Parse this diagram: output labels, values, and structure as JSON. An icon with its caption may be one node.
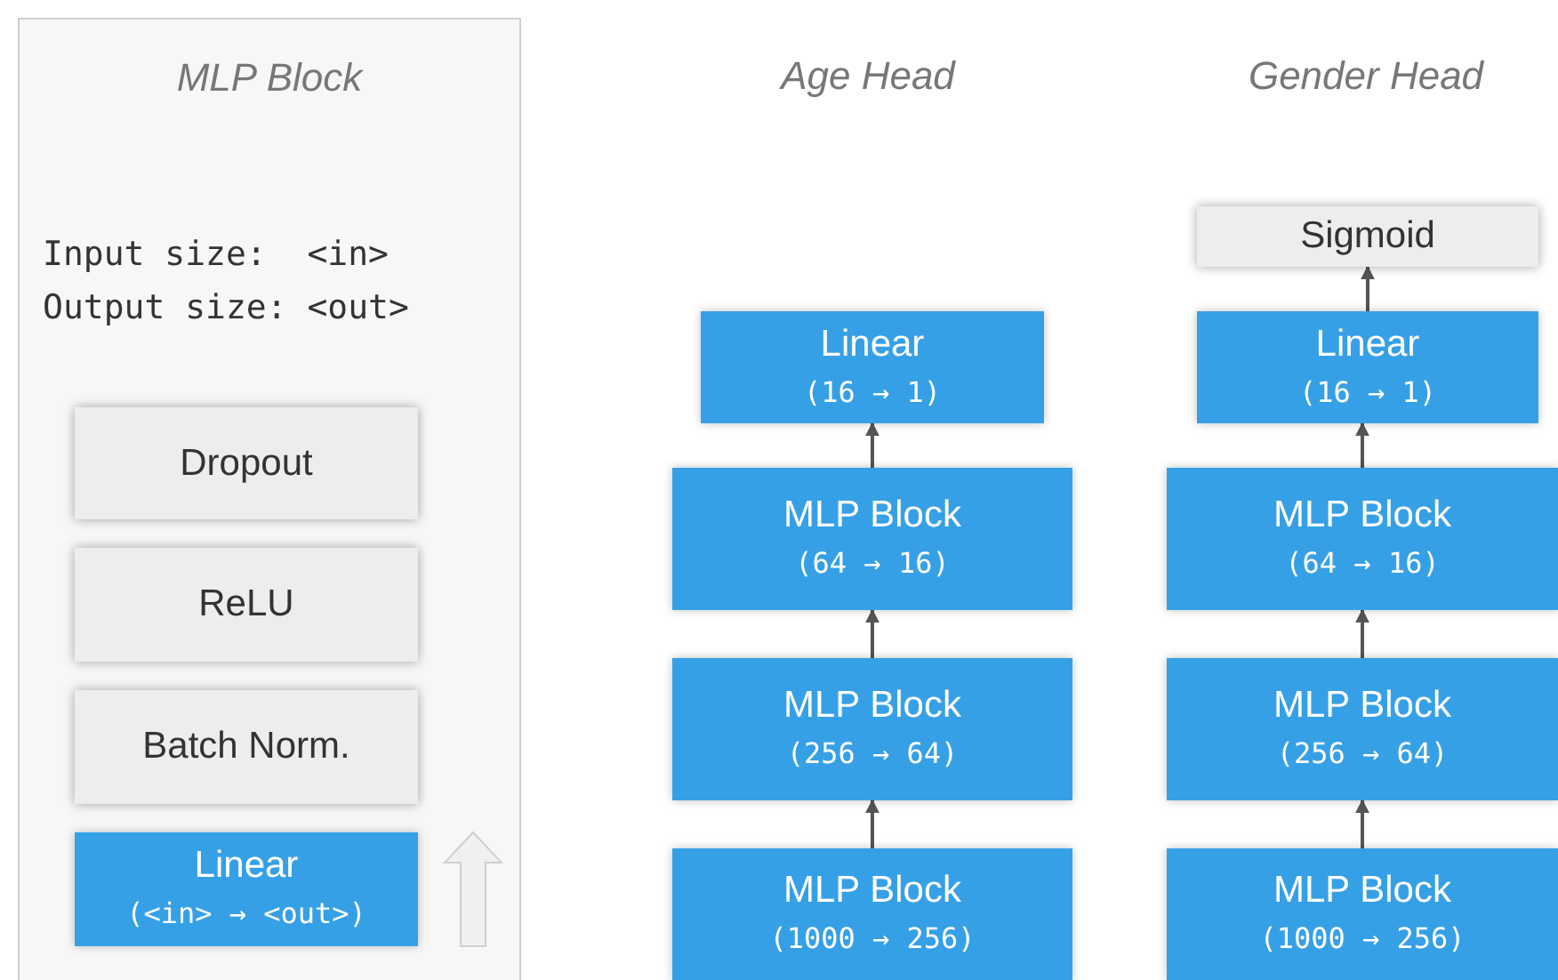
{
  "diagram": {
    "nodes": [
      {
        "text": [
          "MLP Block",
          "Input size:  <in>",
          "Output size: <out>"
        ]
      },
      {
        "text": [
          "Dropout"
        ],
        "in": 0
      },
      {
        "text": [
          "ReLU"
        ],
        "in": 0
      },
      {
        "text": [
          "Batch Norm."
        ],
        "in": 0
      },
      {
        "text": [
          "Linear",
          "(<in> → <out>)"
        ],
        "in": 0
      },
      {
        "text": [
          "Linear",
          "(16 → 1)"
        ]
      },
      {
        "text": [
          "MLP Block",
          "(64 → 16)"
        ]
      },
      {
        "text": [
          "MLP Block",
          "(256 → 64)"
        ]
      },
      {
        "text": [
          "MLP Block",
          "(1000 → 256)"
        ]
      },
      {
        "text": [
          "Sigmoid"
        ]
      },
      {
        "text": [
          "Linear",
          "(16 → 1)"
        ]
      },
      {
        "text": [
          "MLP Block",
          "(64 → 16)"
        ]
      },
      {
        "text": [
          "MLP Block",
          "(256 → 64)"
        ]
      },
      {
        "text": [
          "MLP Block",
          "(1000 → 256)"
        ]
      }
    ],
    "edges": [
      {
        "from": 8,
        "to": 7,
        "arrow": "to"
      },
      {
        "from": 7,
        "to": 6,
        "arrow": "to"
      },
      {
        "from": 6,
        "to": 5,
        "arrow": "to"
      },
      {
        "from": 13,
        "to": 12,
        "arrow": "to"
      },
      {
        "from": 12,
        "to": 11,
        "arrow": "to"
      },
      {
        "from": 11,
        "to": 10,
        "arrow": "to"
      },
      {
        "from": 10,
        "to": 9,
        "arrow": "to"
      }
    ],
    "labels": [
      "Age Head",
      "Gender Head"
    ]
  }
}
